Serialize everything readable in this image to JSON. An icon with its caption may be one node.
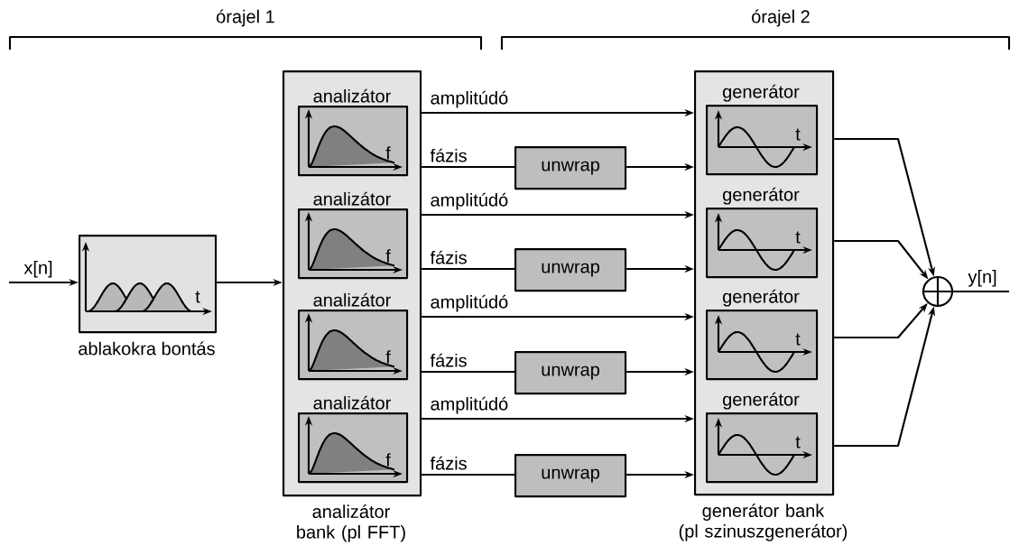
{
  "diagram": {
    "nodes": [
      {
        "text": [
          "t",
          "ablakokra bontás"
        ]
      },
      {
        "text": [
          "analizátor bank (pl FFT)"
        ]
      },
      {
        "text": [
          "analizátor",
          "f"
        ],
        "in": 1
      },
      {
        "text": [
          "analizátor",
          "f"
        ],
        "in": 1
      },
      {
        "text": [
          "analizátor",
          "f"
        ],
        "in": 1
      },
      {
        "text": [
          "analizátor",
          "f"
        ],
        "in": 1
      },
      {
        "text": [
          "unwrap"
        ]
      },
      {
        "text": [
          "unwrap"
        ]
      },
      {
        "text": [
          "unwrap"
        ]
      },
      {
        "text": [
          "unwrap"
        ]
      },
      {
        "text": [
          "generátor bank (pl szinuszgenerátor)"
        ]
      },
      {
        "text": [
          "generátor",
          "t"
        ],
        "in": 10
      },
      {
        "text": [
          "generátor",
          "t"
        ],
        "in": 10
      },
      {
        "text": [
          "generátor",
          "t"
        ],
        "in": 10
      },
      {
        "text": [
          "generátor",
          "t"
        ],
        "in": 10
      },
      {
        "text": [],
        "shape": "circle"
      }
    ],
    "edges": [
      {
        "from": null,
        "to": 0,
        "arrow": "to",
        "label": "x[n]"
      },
      {
        "from": 0,
        "to": 1,
        "arrow": "to"
      },
      {
        "from": 2,
        "to": 11,
        "arrow": "to",
        "label": "amplitúdó"
      },
      {
        "from": 2,
        "to": 6,
        "arrow": "none",
        "label": "fázis"
      },
      {
        "from": 6,
        "to": 11,
        "arrow": "to"
      },
      {
        "from": 3,
        "to": 12,
        "arrow": "to",
        "label": "amplitúdó"
      },
      {
        "from": 3,
        "to": 7,
        "arrow": "none",
        "label": "fázis"
      },
      {
        "from": 7,
        "to": 12,
        "arrow": "to"
      },
      {
        "from": 4,
        "to": 13,
        "arrow": "to",
        "label": "amplitúdó"
      },
      {
        "from": 4,
        "to": 8,
        "arrow": "none",
        "label": "fázis"
      },
      {
        "from": 8,
        "to": 13,
        "arrow": "to"
      },
      {
        "from": 5,
        "to": 14,
        "arrow": "to",
        "label": "amplitúdó"
      },
      {
        "from": 5,
        "to": 9,
        "arrow": "none",
        "label": "fázis"
      },
      {
        "from": 9,
        "to": 14,
        "arrow": "to"
      },
      {
        "from": 11,
        "to": 15,
        "arrow": "to"
      },
      {
        "from": 12,
        "to": 15,
        "arrow": "to"
      },
      {
        "from": 13,
        "to": 15,
        "arrow": "to"
      },
      {
        "from": 14,
        "to": 15,
        "arrow": "to"
      },
      {
        "from": 15,
        "to": null,
        "arrow": "none",
        "label": "y[n]"
      }
    ],
    "labels": [
      "órajel 1",
      "órajel 2"
    ]
  }
}
